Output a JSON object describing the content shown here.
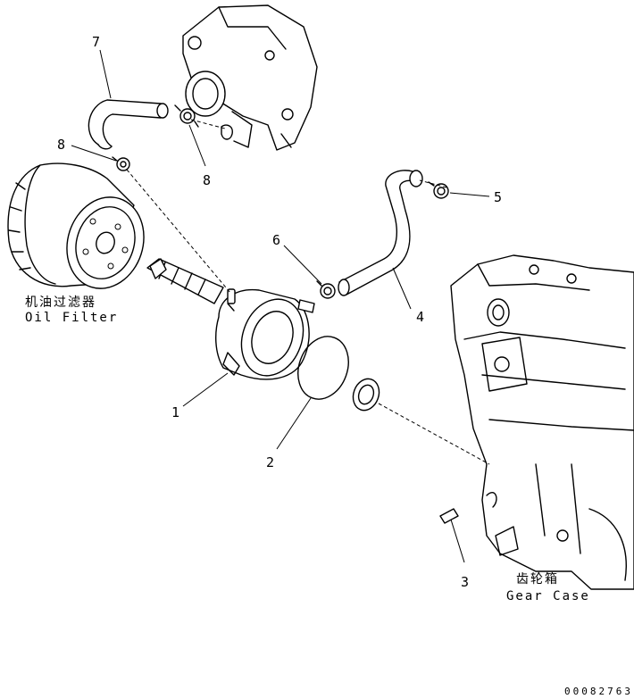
{
  "callouts": {
    "c1": "1",
    "c2": "2",
    "c3": "3",
    "c4": "4",
    "c5": "5",
    "c6": "6",
    "c7": "7",
    "c8a": "8",
    "c8b": "8"
  },
  "labels": {
    "oil_filter_cn": "机油过滤器",
    "oil_filter_en": "Oil Filter",
    "gear_case_cn": "齿轮箱",
    "gear_case_en": "Gear Case"
  },
  "drawing_number": "00082763"
}
